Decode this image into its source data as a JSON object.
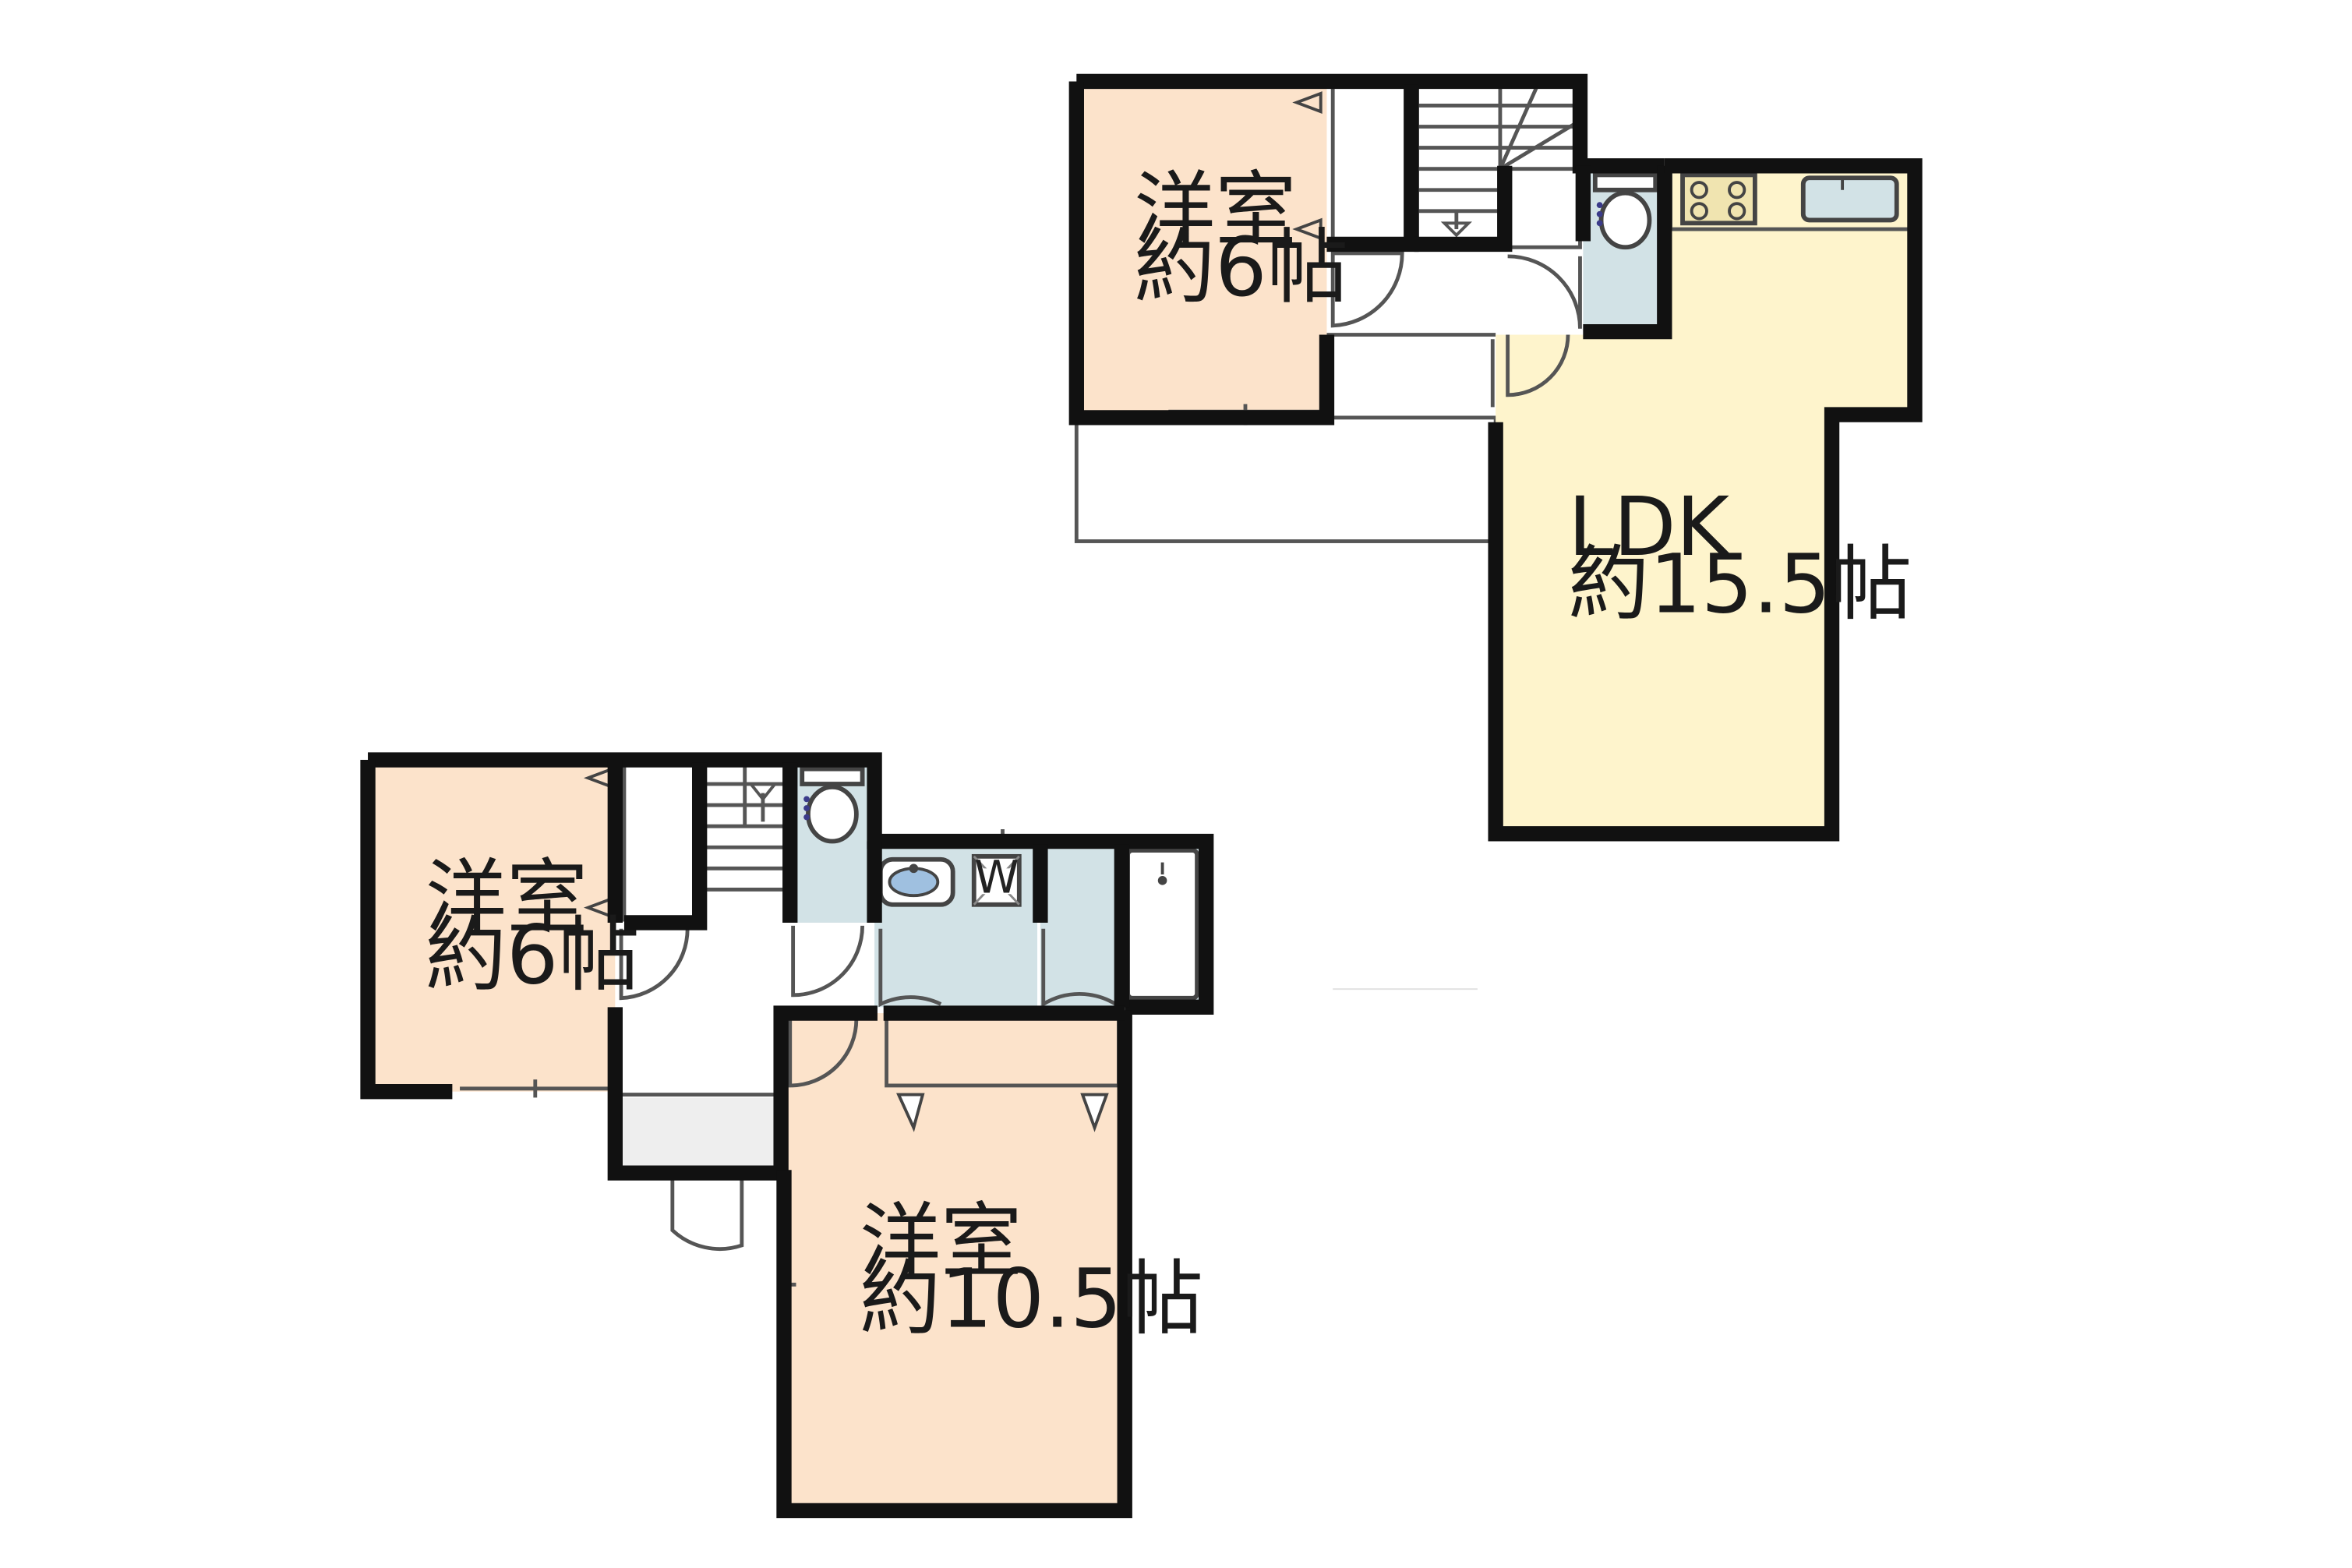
{
  "colors": {
    "western_room": "#fce3cb",
    "ldk": "#fef4cc",
    "wet_area": "#d2e2e6",
    "closet": "#d6cce4",
    "corridor": "#ffffff",
    "porch": "#eeeeee",
    "wall": "#111111"
  },
  "floor2": {
    "bedroom": {
      "name": "洋室",
      "size": "約6帖"
    },
    "ldk": {
      "name": "LDK",
      "size": "約15.5帖"
    }
  },
  "floor1": {
    "bedroom_small": {
      "name": "洋室",
      "size": "約6帖"
    },
    "bedroom_large": {
      "name": "洋室",
      "size": "約10.5帖"
    },
    "washer": {
      "label": "W"
    }
  }
}
